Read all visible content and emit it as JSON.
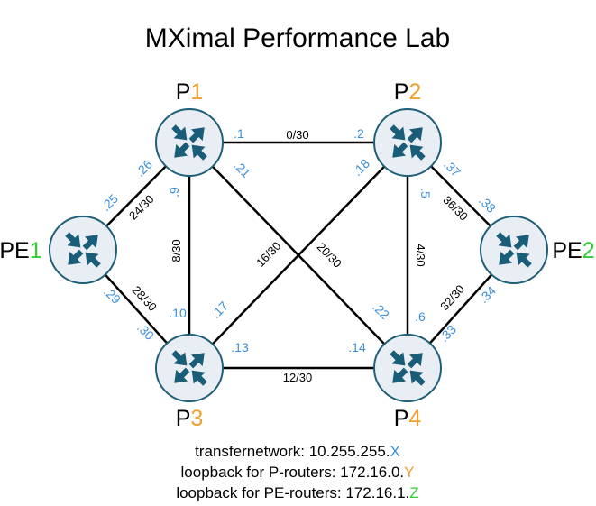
{
  "title": "MXimal Performance Lab",
  "nodes": {
    "P1": {
      "prefix": "P",
      "num": "1",
      "kind": "p"
    },
    "P2": {
      "prefix": "P",
      "num": "2",
      "kind": "p"
    },
    "P3": {
      "prefix": "P",
      "num": "3",
      "kind": "p"
    },
    "P4": {
      "prefix": "P",
      "num": "4",
      "kind": "p"
    },
    "PE1": {
      "prefix": "PE",
      "num": "1",
      "kind": "pe"
    },
    "PE2": {
      "prefix": "PE",
      "num": "2",
      "kind": "pe"
    }
  },
  "links": [
    {
      "id": "p1-p2",
      "from": "P1",
      "to": "P2",
      "subnet": "0/30",
      "ip_from": ".1",
      "ip_to": ".2"
    },
    {
      "id": "p2-p4",
      "from": "P2",
      "to": "P4",
      "subnet": "4/30",
      "ip_from": ".5",
      "ip_to": ".6"
    },
    {
      "id": "p1-p3",
      "from": "P1",
      "to": "P3",
      "subnet": "8/30",
      "ip_from": ".9",
      "ip_to": ".10"
    },
    {
      "id": "p3-p4",
      "from": "P3",
      "to": "P4",
      "subnet": "12/30",
      "ip_from": ".13",
      "ip_to": ".14"
    },
    {
      "id": "p3-p2",
      "from": "P3",
      "to": "P2",
      "subnet": "16/30",
      "ip_from": ".17",
      "ip_to": ".18"
    },
    {
      "id": "p1-p4",
      "from": "P1",
      "to": "P4",
      "subnet": "20/30",
      "ip_from": ".21",
      "ip_to": ".22"
    },
    {
      "id": "pe1-p1",
      "from": "PE1",
      "to": "P1",
      "subnet": "24/30",
      "ip_from": ".25",
      "ip_to": ".26"
    },
    {
      "id": "pe1-p3",
      "from": "PE1",
      "to": "P3",
      "subnet": "28/30",
      "ip_from": ".29",
      "ip_to": ".30"
    },
    {
      "id": "pe2-p4",
      "from": "P4",
      "to": "PE2",
      "subnet": "32/30",
      "ip_from": ".33",
      "ip_to": ".34"
    },
    {
      "id": "pe2-p2",
      "from": "P2",
      "to": "PE2",
      "subnet": "36/30",
      "ip_from": ".37",
      "ip_to": ".38"
    }
  ],
  "legend": [
    {
      "text": "transfernetwork: 10.255.255.",
      "var": "X",
      "color": "blue"
    },
    {
      "text": "loopback for P-routers: 172.16.0.",
      "var": "Y",
      "color": "orange"
    },
    {
      "text": "loopback for PE-routers: 172.16.1.",
      "var": "Z",
      "color": "green"
    }
  ],
  "colors": {
    "ip": "#3a8fd8",
    "p_number": "#f0a030",
    "pe_number": "#33cc33",
    "router_icon": "#1a5d78"
  }
}
